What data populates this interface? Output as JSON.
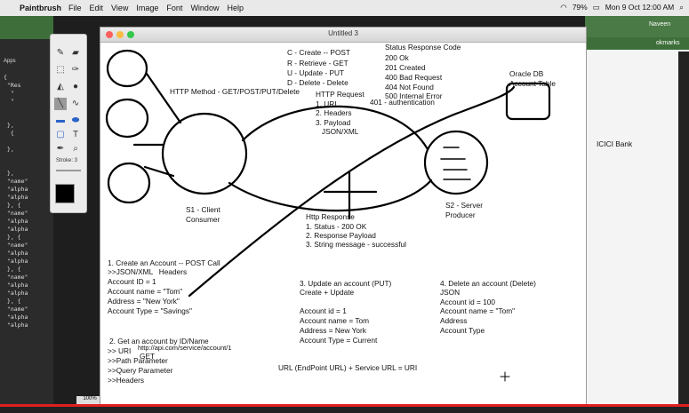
{
  "menubar": {
    "apple": "",
    "app": "Paintbrush",
    "items": [
      "File",
      "Edit",
      "View",
      "Image",
      "Font",
      "Window",
      "Help"
    ],
    "battery": "79%",
    "clock": "Mon 9 Oct  12:00 AM"
  },
  "window": {
    "title": "Untitled 3"
  },
  "right_window": {
    "user": "Naveen",
    "bookmarks": "okmarks"
  },
  "left_window": {
    "apps": "Apps"
  },
  "palette": {
    "stroke_label": "Stroke: 3"
  },
  "zoom": "100%",
  "notes": {
    "crud": [
      "C - Create -- POST",
      "R - Retrieve - GET",
      "U - Update - PUT",
      "D - Delete - Delete"
    ],
    "status": [
      "Status Response Code",
      "200 Ok",
      "201 Created",
      "400 Bad Request",
      "404 Not Found",
      "500 Internal Error"
    ],
    "auth": "401 - authentication",
    "oracle": [
      "Oracle DB",
      "Account Table"
    ],
    "http_method": "HTTP Method - GET/POST/PUT/Delete",
    "http_request": [
      "HTTP Request",
      "1. URI",
      "2. Headers",
      "3. Payload",
      "   JSON/XML"
    ],
    "icici": "ICICI Bank",
    "client": [
      "S1 - Client",
      "Consumer"
    ],
    "server": [
      "S2 - Server",
      "Producer"
    ],
    "http_response": [
      "Http Response",
      "1. Status - 200 OK",
      "2. Response Payload",
      "3. String message - successful"
    ],
    "create": [
      "1. Create an Account -- POST Call",
      ">>JSON/XML   Headers",
      "Account ID = 1",
      "Account name = \"Tom\"",
      "Address = \"New York\"",
      "Account Type = \"Savings\""
    ],
    "update": [
      "3. Update an account (PUT)",
      "Create + Update",
      "",
      "Account id = 1",
      "Account name = Tom",
      "Address = New York",
      "Account Type = Current"
    ],
    "delete": [
      "4. Delete an account (Delete)",
      "JSON",
      "Account id = 100",
      "Account name = \"Tom\"",
      "Address",
      "Account Type"
    ],
    "get": [
      "2. Get an account by ID/Name",
      ">> URI",
      ">>Path Parameter",
      ">>Query Parameter",
      ">>Headers"
    ],
    "get_url": "http://api.com/service/account/1",
    "get_method": "GET",
    "formula": "URL (EndPoint URL) + Service URL = URI",
    "plus": "+"
  }
}
